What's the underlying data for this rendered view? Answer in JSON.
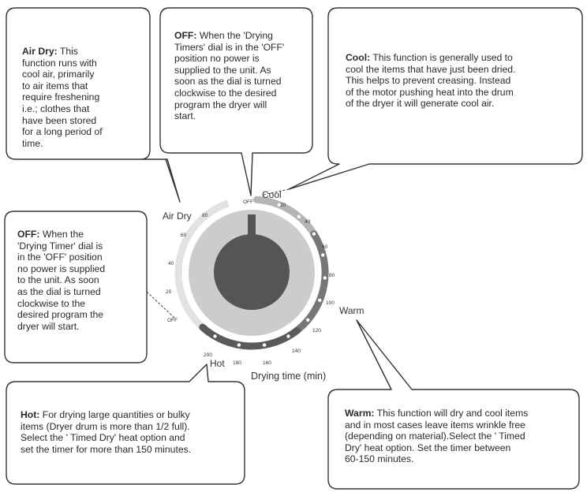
{
  "callouts": {
    "air_dry": {
      "title": "Air Dry:",
      "lines": [
        "This",
        "function runs with",
        "cool air, primarily",
        "to air items that",
        "require freshening",
        "i.e.; clothes that",
        "have been stored",
        "for a long period of",
        "time."
      ]
    },
    "off_top": {
      "title": "OFF:",
      "lines": [
        "When the 'Drying",
        "Timers' dial is in the 'OFF'",
        "position no power is",
        "supplied to the unit. As",
        "soon as the dial is turned",
        "clockwise to the desired",
        "program the dryer will",
        "start."
      ]
    },
    "cool": {
      "title": "Cool:",
      "lines": [
        "This function is generally used to",
        "cool the items that have just been dried.",
        "This helps to prevent creasing. Instead",
        "of the motor pushing heat into the drum",
        "of the dryer it will generate cool air."
      ]
    },
    "off_left": {
      "title": "OFF:",
      "lines": [
        "When the",
        "'Drying Timer' dial is",
        "in the 'OFF' position",
        "no power is supplied",
        "to the unit. As soon",
        "as the dial is turned",
        "clockwise to the",
        "desired program the",
        "dryer will start."
      ]
    },
    "hot": {
      "title": "Hot:",
      "lines": [
        "For drying large quantities or bulky",
        "items (Dryer drum is more than 1/2  full).",
        "Select the ' Timed Dry' heat option and",
        "set the timer for more than 150 minutes."
      ]
    },
    "warm": {
      "title": "Warm:",
      "lines": [
        "This function will dry and cool items",
        "and in most cases leave items wrinkle free",
        "(depending on material).Select the ' Timed",
        "Dry' heat option. Set the timer between",
        "60-150 minutes."
      ]
    }
  },
  "dial": {
    "zone_labels": {
      "cool": "Cool",
      "air_dry": "Air Dry",
      "warm": "Warm",
      "hot": "Hot"
    },
    "off_top": "OFF",
    "off_left": "OFF",
    "air_dry_ticks": [
      "80",
      "60",
      "40",
      "20"
    ],
    "heat_ticks": [
      "20",
      "40",
      "60",
      "80",
      "100",
      "120",
      "140",
      "160",
      "180",
      "200"
    ],
    "caption": "Drying time (min)"
  },
  "colors": {
    "outline": "#333333",
    "dial_face": "#cccccc",
    "dial_knob": "#555555",
    "track_air": "#e2e2e2",
    "track_cool": "#b5b5b5",
    "track_warm": "#777777",
    "track_hot": "#5a5a5a"
  }
}
